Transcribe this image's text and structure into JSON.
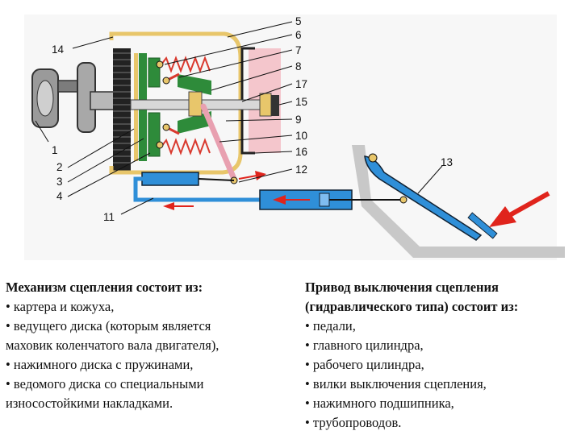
{
  "callouts": [
    "1",
    "2",
    "3",
    "4",
    "5",
    "6",
    "7",
    "8",
    "9",
    "10",
    "11",
    "12",
    "13",
    "14",
    "15",
    "16",
    "17"
  ],
  "colors": {
    "casing": "#e8c66b",
    "disc_green": "#2e8b3a",
    "cover_pink": "#f4c6cc",
    "hydraulic_blue": "#2f8fd8",
    "arrow_red": "#e0241c",
    "spring_red": "#d93a2f",
    "pedal_support": "#c8c8c8"
  },
  "left_column": {
    "title": "Механизм сцепления состоит из:",
    "items": [
      "• картера и кожуха,",
      "• ведущего диска (которым является",
      "маховик коленчатого вала двигателя),",
      "• нажимного диска с пружинами,",
      "• ведомого диска со специальными",
      "износостойкими накладками."
    ]
  },
  "right_column": {
    "title_line1": "Привод выключения сцепления",
    "title_line2": "(гидравлического типа) состоит из:",
    "items": [
      "• педали,",
      "• главного цилиндра,",
      "• рабочего цилиндра,",
      "• вилки выключения сцепления,",
      "• нажимного подшипника,",
      "• трубопроводов."
    ]
  }
}
